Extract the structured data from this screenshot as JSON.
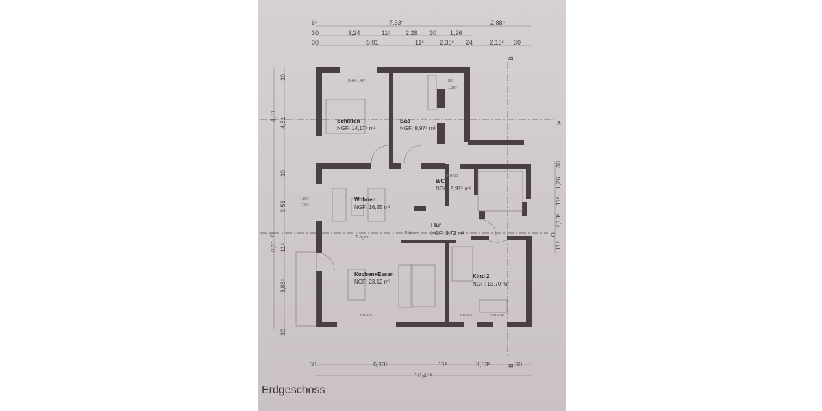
{
  "title": "Erdgeschoss",
  "dimensions": {
    "top_row1": [
      "6⁵",
      "7,53⁵",
      "2,88⁵"
    ],
    "top_row2": [
      "30",
      "3,24",
      "11⁵",
      "2,28",
      "30",
      "1,26"
    ],
    "top_row3": [
      "30",
      "5,01",
      "11⁵",
      "2,38⁵",
      "24",
      "2,13⁵",
      "30"
    ],
    "bottom_row1": [
      "30",
      "6,13⁵",
      "11⁵",
      "3,63⁵",
      "30"
    ],
    "bottom_row2": [
      "10,48⁵"
    ],
    "left_outer": [
      "4,81",
      "8,11"
    ],
    "left_inner": [
      "30",
      "4,51",
      "30",
      "3,51",
      "11⁵",
      "3,88⁵",
      "30"
    ],
    "right": [
      "30",
      "1,26",
      "11⁵",
      "2,13⁵",
      "11⁵"
    ]
  },
  "rooms": [
    {
      "name": "Schlafen",
      "area": "NGF: 14,17⁵ m²"
    },
    {
      "name": "Bad",
      "area": "NGF: 9,97⁵ m²"
    },
    {
      "name": "WC",
      "area": "NGF: 2,91⁵ m²"
    },
    {
      "name": "Wohnen",
      "area": "NGF: 16,25 m²"
    },
    {
      "name": "Flur",
      "area": "NGF: 3,72 m²"
    },
    {
      "name": "Kochen+Essen",
      "area": "NGF: 23,12 m²"
    },
    {
      "name": "Kind 2",
      "area": "NGF: 13,70 m²"
    }
  ],
  "annotations": {
    "brh_146": "BRH 1,46⁵",
    "brh_80": "BRH 80",
    "traeger": "Träger",
    "stuetze": "Stütze",
    "win_a": "1,88⁵",
    "win_b": "1,38⁵",
    "win_c": "88⁵",
    "section_a": "A",
    "section_b": "B",
    "section_c": "C"
  }
}
